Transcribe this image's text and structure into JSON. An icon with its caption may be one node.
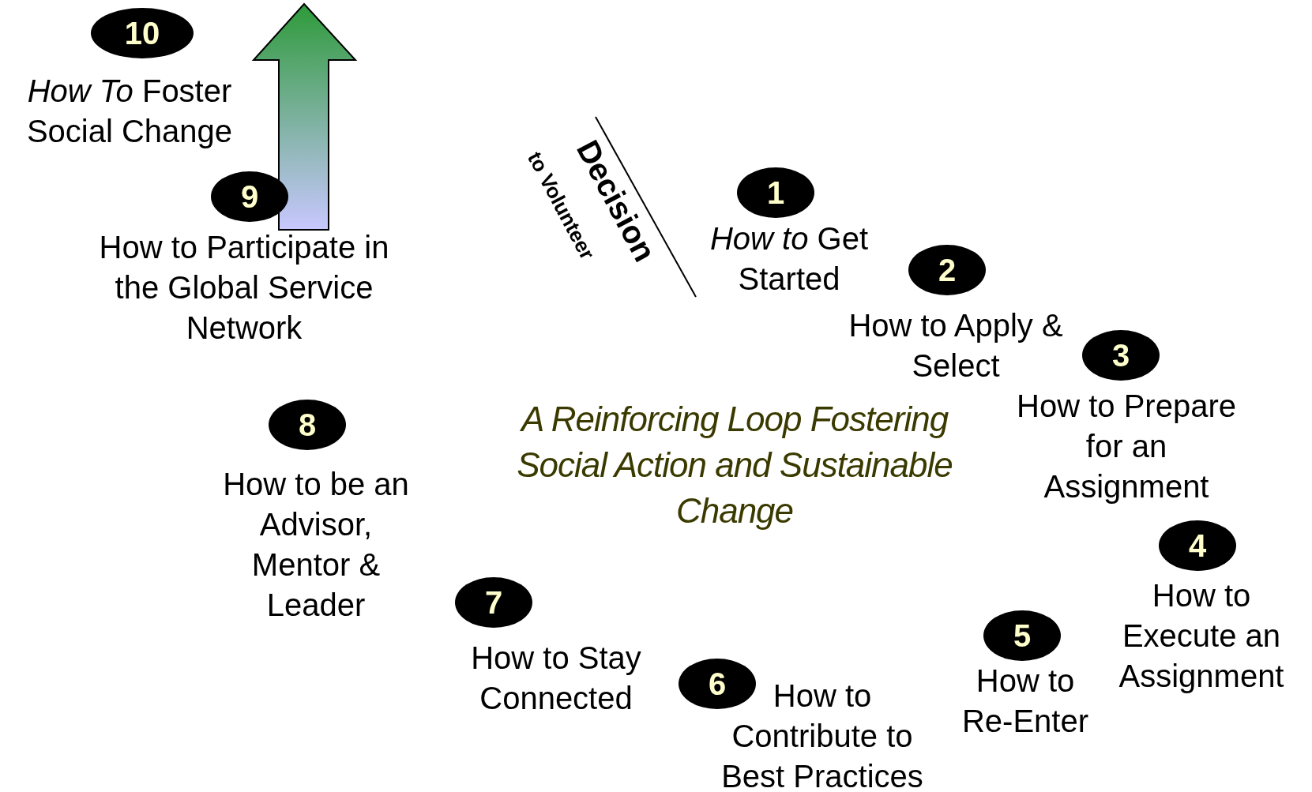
{
  "diagram": {
    "nodes": [
      {
        "text": [
          "1"
        ],
        "beside": [
          "*How to* Get Started"
        ]
      },
      {
        "text": [
          "2"
        ],
        "beside": [
          "How to Apply & Select"
        ]
      },
      {
        "text": [
          "3"
        ],
        "beside": [
          "How to Prepare for an Assignment"
        ]
      },
      {
        "text": [
          "4"
        ],
        "beside": [
          "How to Execute an Assignment"
        ]
      },
      {
        "text": [
          "5"
        ],
        "beside": [
          "How to Re-Enter"
        ]
      },
      {
        "text": [
          "6"
        ],
        "beside": [
          "How to Contribute to Best Practices"
        ]
      },
      {
        "text": [
          "7"
        ],
        "beside": [
          "How to Stay Connected"
        ]
      },
      {
        "text": [
          "8"
        ],
        "beside": [
          "How to be an Advisor, Mentor & Leader"
        ]
      },
      {
        "text": [
          "9"
        ],
        "beside": [
          "How to Participate in the Global Service Network"
        ]
      },
      {
        "text": [
          "10"
        ],
        "beside": [
          "*How To* Foster Social Change"
        ]
      }
    ],
    "edges": [],
    "labels": [
      "Decision",
      "to Volunteer",
      "A Reinforcing Loop Fostering Social Action and Sustainable Change"
    ]
  }
}
